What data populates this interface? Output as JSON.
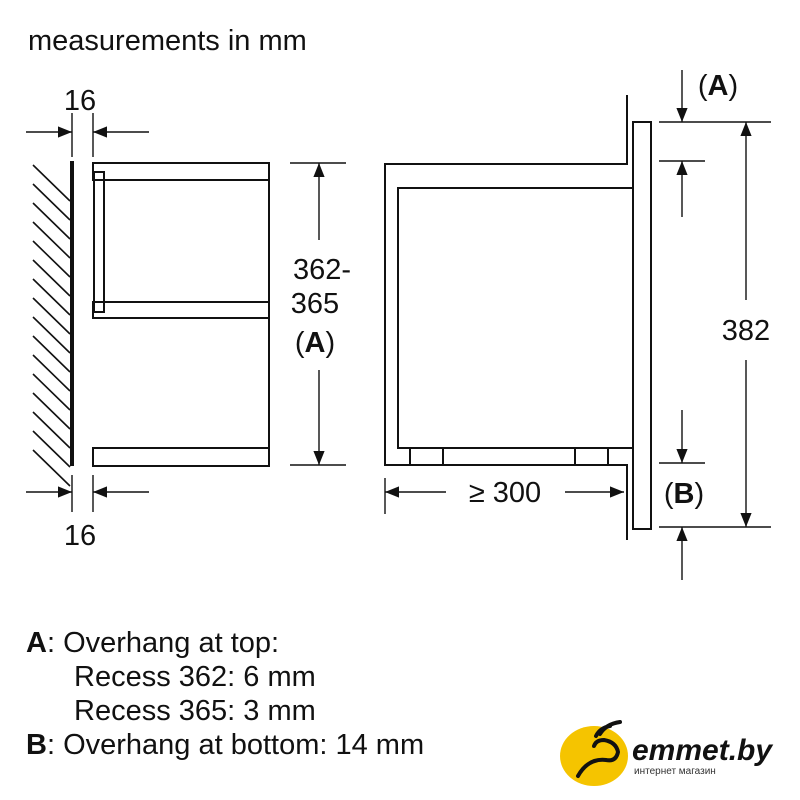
{
  "title": "measurements in mm",
  "left_view": {
    "top_gap": "16",
    "bottom_gap": "16"
  },
  "middle_dim": {
    "line1": "362-",
    "line2": "365",
    "label_open": "(",
    "label": "A",
    "label_close": ")"
  },
  "side_view": {
    "top_label": "A",
    "bottom_label": "B",
    "height": "382",
    "depth": "≥ 300"
  },
  "notes": {
    "a_key": "A",
    "a_text": ": Overhang at top:",
    "a_line2": "Recess 362: 6 mm",
    "a_line3": "Recess 365: 3 mm",
    "b_key": "B",
    "b_text": ": Overhang at bottom: 14 mm"
  },
  "logo": {
    "name": "emmet.by",
    "tagline": "интернет магазин",
    "color": "#f5c400"
  }
}
